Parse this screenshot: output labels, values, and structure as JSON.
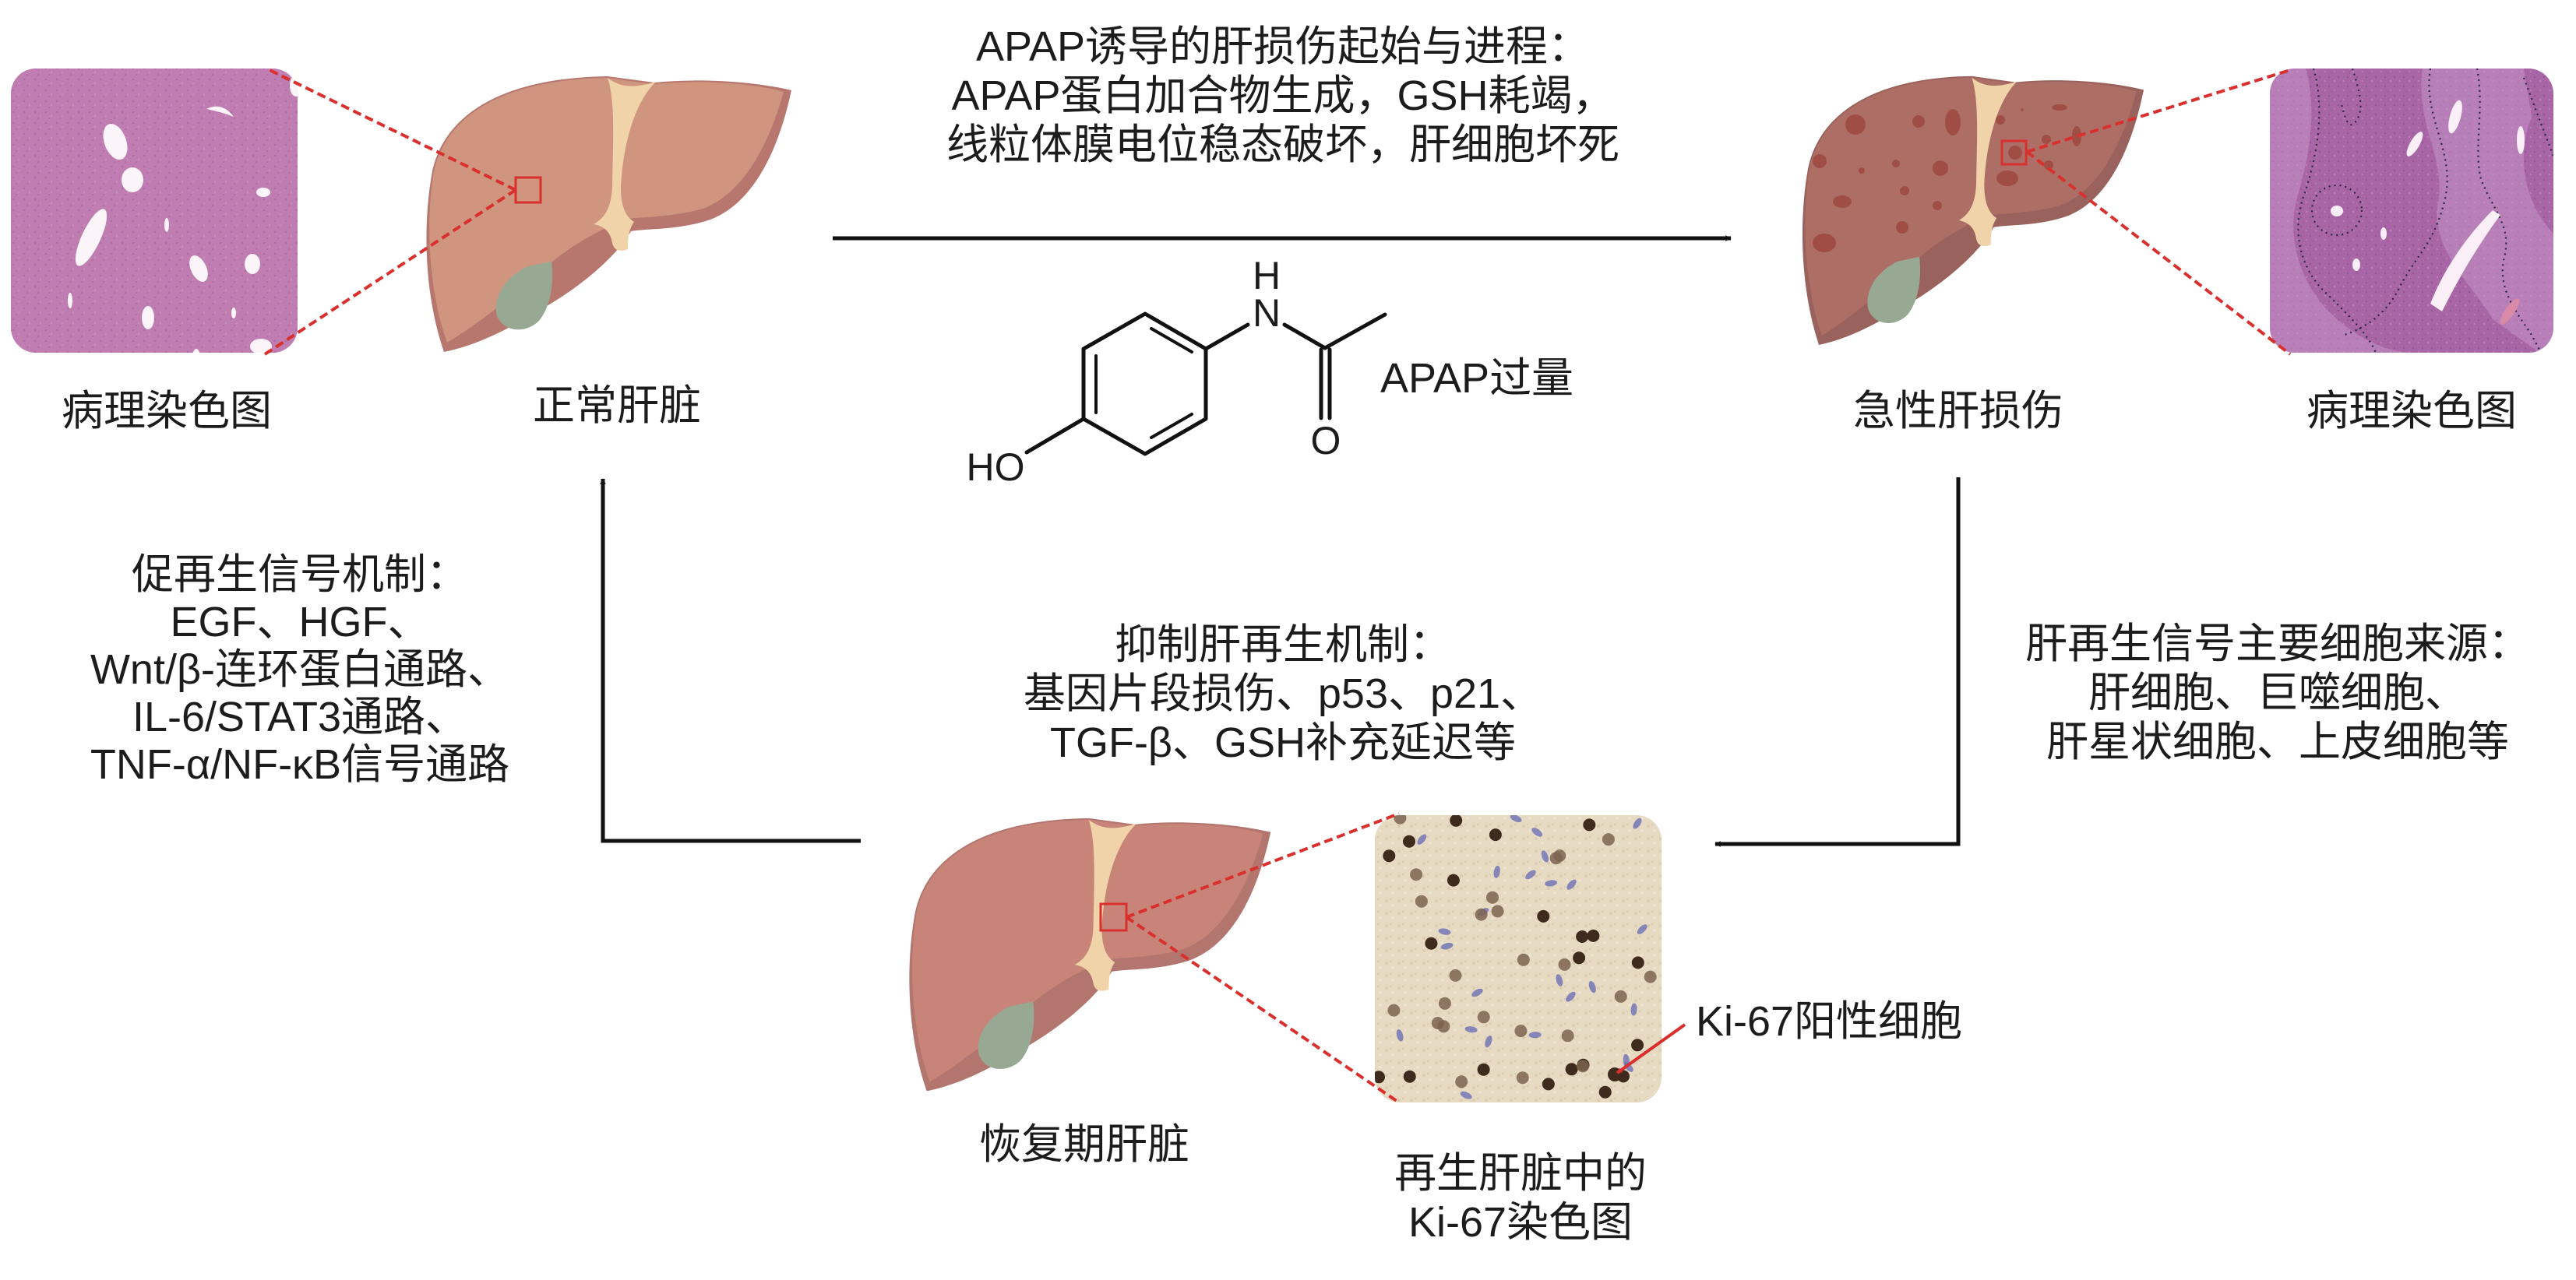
{
  "figure": {
    "title": "APAP-induced liver injury and regeneration cycle",
    "colors": {
      "normal_liver": "#CF957F",
      "normal_liver_shadow": "#B7776E",
      "injured_liver": "#AD6E66",
      "injured_liver_shadow": "#9A625C",
      "necrotic_spot": "#A04E45",
      "recovery_liver": "#C9847A",
      "recovery_liver_shadow": "#B2766F",
      "ligament": "#F0D3A8",
      "gallbladder": "#97A893",
      "highlight_red": "#D9302E",
      "he_stain_normal": "#BF7DB2",
      "he_stain_injured": "#A866A6",
      "ki67_background": "#E6DAC3",
      "ki67_positive_nucleus": "#3E2B1E",
      "ki67_negative_nucleus": "#6E6FB5",
      "arrow": "#111111"
    }
  },
  "stages": {
    "normal": {
      "label": "正常肝脏",
      "stain_label": "病理染色图"
    },
    "injury": {
      "label": "急性肝损伤",
      "stain_label": "病理染色图"
    },
    "recovery": {
      "label": "恢复期肝脏",
      "stain_label_lines": [
        "再生肝脏中的",
        "Ki-67染色图"
      ],
      "annotation": "Ki-67阳性细胞"
    }
  },
  "injury_process": {
    "lines": [
      "APAP诱导的肝损伤起始与进程：",
      "APAP蛋白加合物生成，GSH耗竭，",
      "线粒体膜电位稳态破坏，肝细胞坏死"
    ]
  },
  "molecule": {
    "name": "APAP过量",
    "atoms": {
      "hydroxyl": "HO",
      "nitrogen": "N",
      "hydrogen": "H",
      "oxygen": "O"
    }
  },
  "pro_regeneration": {
    "lines": [
      "促再生信号机制：",
      "EGF、HGF、",
      "Wnt/β-连环蛋白通路、",
      "IL-6/STAT3通路、",
      "TNF-α/NF-κB信号通路"
    ]
  },
  "inhibition": {
    "lines": [
      "抑制肝再生机制：",
      "基因片段损伤、p53、p21、",
      "TGF-β、GSH补充延迟等"
    ]
  },
  "cell_sources": {
    "lines": [
      "肝再生信号主要细胞来源：",
      "肝细胞、巨噬细胞、",
      "肝星状细胞、上皮细胞等"
    ]
  }
}
